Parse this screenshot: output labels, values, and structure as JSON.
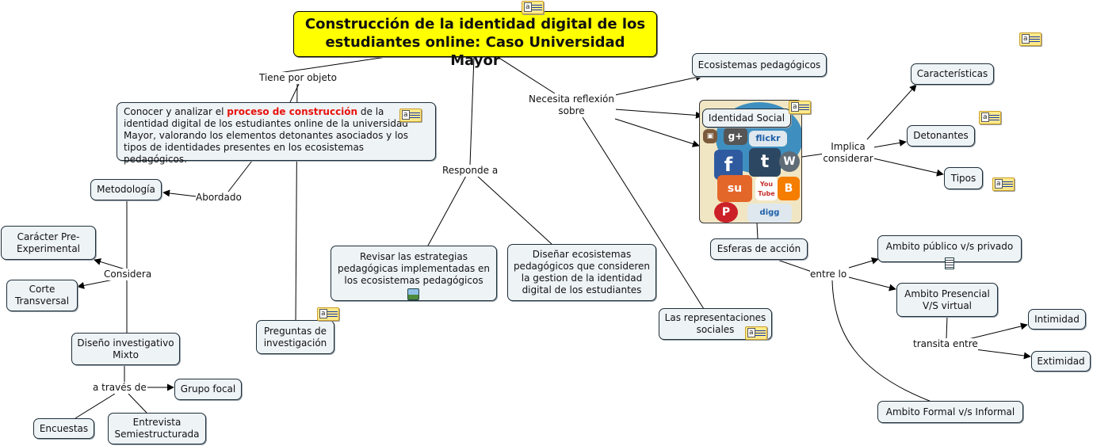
{
  "title": "Construcción de la identidad digital de los estudiantes online: Caso Universidad Mayor",
  "objective": {
    "prefix": "Conocer y analizar el ",
    "highlight": "proceso de construcción",
    "suffix": " de la identidad digital de los estudiantes online de la universidad Mayor, valorando los elementos detonantes asociados y los tipos de identidades presentes en los ecosistemas pedagógicos."
  },
  "labels": {
    "tiene_por_objeto": "Tiene por objeto",
    "abordado": "Abordado",
    "considera": "Considera",
    "a_traves_de": "a través de",
    "responde_a": "Responde a",
    "necesita_reflexion": "Necesita reflexión sobre",
    "implica_considerar": "Implica considerar",
    "entre_lo": "entre lo",
    "transita_entre": "transita entre"
  },
  "nodes": {
    "metodologia": "Metodología",
    "caracter": "Carácter Pre-Experimental",
    "corte": "Corte Transversal",
    "diseno": "Diseño investigativo Mixto",
    "grupo_focal": "Grupo focal",
    "encuestas": "Encuestas",
    "entrevista": "Entrevista Semiestructurada",
    "preguntas": "Preguntas de investigación",
    "revisar": "Revisar las estrategias pedagógicas implementadas en los ecosistemas pedagógicos",
    "disenar": "Diseñar ecosistemas pedagógicos que consideren la gestion de la identidad digital de los estudiantes",
    "ecosistemas": "Ecosistemas pedagógicos",
    "identidad_social": "Identidad Social",
    "representaciones": "Las representaciones sociales",
    "caracteristicas": "Características",
    "detonantes": "Detonantes",
    "tipos": "Tipos",
    "esferas": "Esferas de acción",
    "ambito_publico": "Ambito público v/s  privado",
    "ambito_presencial": "Ambito Presencial V/S virtual",
    "ambito_formal": "Ambito Formal v/s Informal",
    "intimidad": "Intimidad",
    "extimidad": "Extimidad"
  },
  "icons": {
    "note": "note-icon",
    "image": "image-icon",
    "document": "document-icon",
    "note_letter": "a"
  },
  "social_logos": {
    "google_plus": "g+",
    "flickr": "flickr",
    "facebook": "f",
    "tumblr": "t",
    "wordpress": "W",
    "stumbleupon": "su",
    "youtube": "You Tube",
    "blogger": "B",
    "pinterest": "P",
    "digg": "digg"
  },
  "colors": {
    "title_bg": "#ffff00",
    "node_bg": "#eef3f6",
    "highlight": "#e8120c"
  }
}
